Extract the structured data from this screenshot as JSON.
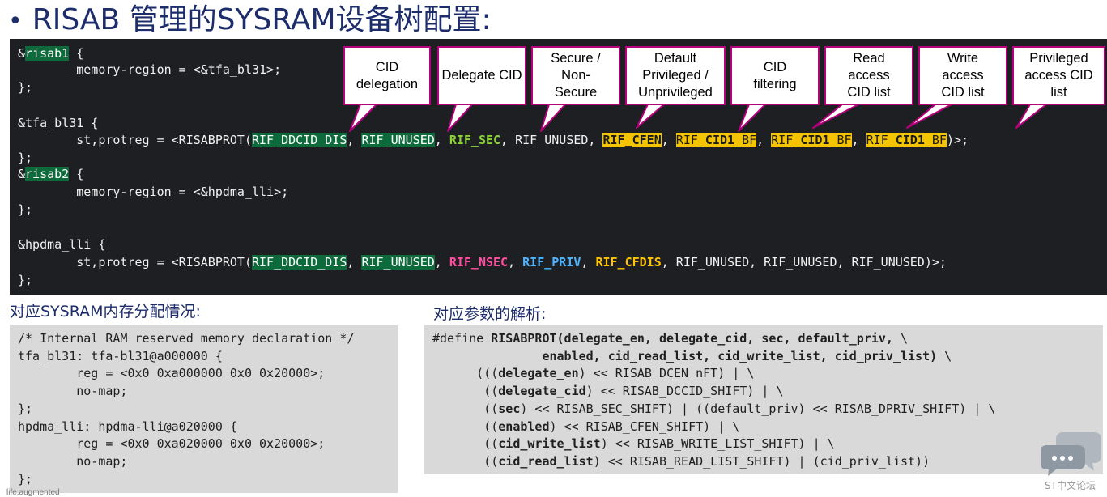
{
  "title": "RISAB 管理的SYSRAM设备树配置:",
  "bullet": "•",
  "code_top": {
    "l1": {
      "a": "&",
      "b": "risab1",
      "c": " {"
    },
    "l2": "        memory-region = <&tfa_bl31>;",
    "l3": "};",
    "l4": "&tfa_bl31 {",
    "l5": {
      "p1": "        st,protreg = <RISABPROT(",
      "p2": "RIF_DDCID_DIS",
      "p3": ", ",
      "p4": "RIF_UNUSED",
      "p5": ", ",
      "p6": "RIF_SEC",
      "p7": ", RIF_UNUSED, ",
      "p8": "RIF_CFEN",
      "p9": ", ",
      "p10a": "RIF_",
      "p10b": "CID1",
      "p10c": "_BF",
      "p11": ", ",
      "p12a": "RIF_",
      "p12b": "CID1",
      "p12c": "_BF",
      "p13": ", ",
      "p14a": "RIF_",
      "p14b": "CID1",
      "p14c": "_BF",
      "p15": ")>;"
    },
    "l6": "};",
    "l7": {
      "a": "&",
      "b": "risab2",
      "c": " {"
    },
    "l8": "        memory-region = <&hpdma_lli>;",
    "l9": "};",
    "l10": "&hpdma_lli {",
    "l11": {
      "p1": "        st,protreg = <RISABPROT(",
      "p2": "RIF_DDCID_DIS",
      "p3": ", ",
      "p4": "RIF_UNUSED",
      "p5": ", ",
      "p6": "RIF_NSEC",
      "p7": ", ",
      "p8": "RIF_PRIV",
      "p9": ", ",
      "p10": "RIF_CFDIS",
      "p11": ", RIF_UNUSED, RIF_UNUSED, RIF_UNUSED)>;"
    },
    "l12": "};"
  },
  "callouts": [
    "CID delegation",
    "Delegate CID",
    "Secure / Non-Secure",
    "Default Privileged / Unprivileged",
    "CID filtering",
    "Read access CID list",
    "Write access CID list",
    "Privileged access CID list"
  ],
  "left_heading": "对应SYSRAM内存分配情况:",
  "right_heading": "对应参数的解析:",
  "left_code": [
    "/* Internal RAM reserved memory declaration */",
    "tfa_bl31: tfa-bl31@a000000 {",
    "        reg = <0x0 0xa000000 0x0 0x20000>;",
    "        no-map;",
    "};",
    "hpdma_lli: hpdma-lli@a020000 {",
    "        reg = <0x0 0xa020000 0x0 0x20000>;",
    "        no-map;",
    "};"
  ],
  "right_code": {
    "r1": {
      "a": "#define ",
      "b": "RISABPROT(delegate_en, delegate_cid, sec, default_priv,",
      "c": " \\"
    },
    "r2": {
      "a": "               ",
      "b": "enabled, cid_read_list, cid_write_list, cid_priv_list)",
      "c": " \\"
    },
    "r3": {
      "a": "      (((",
      "b": "delegate_en",
      "c": ") << RISAB_DCEN_nFT) | \\"
    },
    "r4": {
      "a": "       ((",
      "b": "delegate_cid",
      "c": ") << RISAB_DCCID_SHIFT) | \\"
    },
    "r5": {
      "a": "       ((",
      "b": "sec",
      "c": ") << RISAB_SEC_SHIFT) | ((default_priv) << RISAB_DPRIV_SHIFT) | \\"
    },
    "r6": {
      "a": "       ((",
      "b": "enabled",
      "c": ") << RISAB_CFEN_SHIFT) | \\"
    },
    "r7": {
      "a": "       ((",
      "b": "cid_write_list",
      "c": ") << RISAB_WRITE_LIST_SHIFT) | \\"
    },
    "r8": {
      "a": "       ((",
      "b": "cid_read_list",
      "c": ") << RISAB_READ_LIST_SHIFT) | (cid_priv_list))"
    }
  },
  "footer_left": "life.augmented",
  "watermark": "ST中文论坛",
  "watermark_icon": "chat-bubbles-icon"
}
